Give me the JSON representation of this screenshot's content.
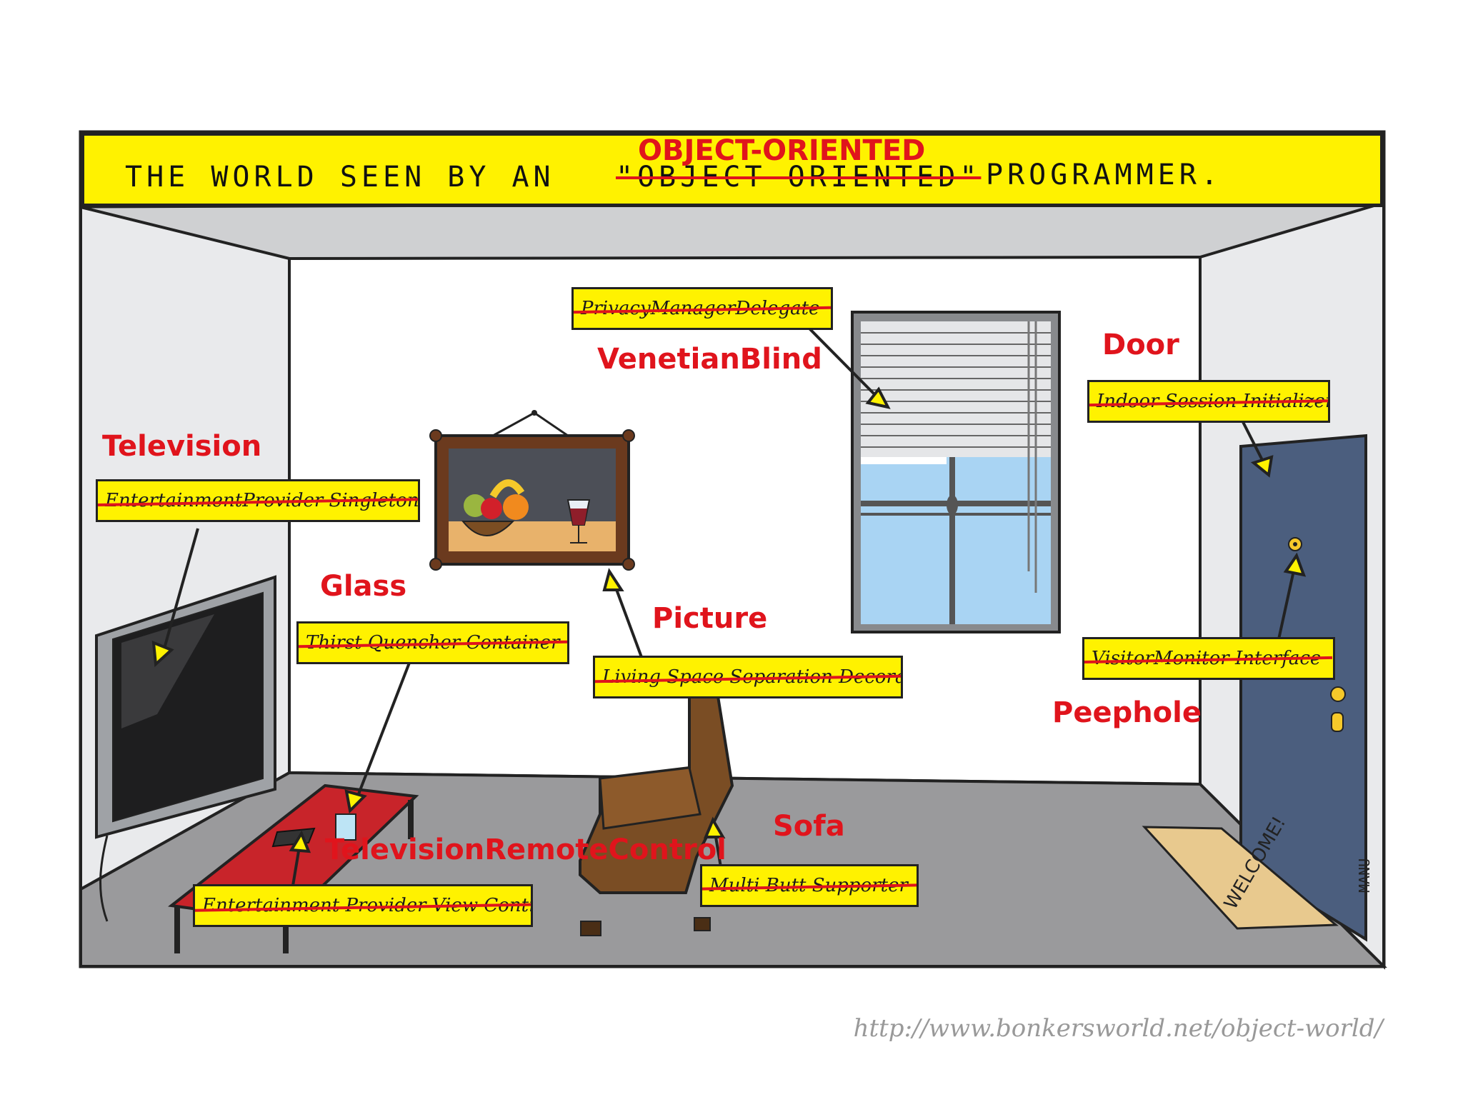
{
  "banner": {
    "prefix": "THE WORLD SEEN BY AN",
    "original_term": "\"OBJECT ORIENTED\"",
    "correction": "OBJECT-ORIENTED",
    "suffix": "PROGRAMMER."
  },
  "objects": [
    {
      "id": "television",
      "label": "Television",
      "tag": "EntertainmentProvider Singleton"
    },
    {
      "id": "glass",
      "label": "Glass",
      "tag": "Thirst Quencher Container"
    },
    {
      "id": "remote",
      "label": "TelevisionRemoteControl",
      "tag": "Entertainment Provider View Controller"
    },
    {
      "id": "picture",
      "label": "Picture",
      "tag": "Living Space Separation Decorator"
    },
    {
      "id": "blind",
      "label": "VenetianBlind",
      "tag": "PrivacyManagerDelegate"
    },
    {
      "id": "door",
      "label": "Door",
      "tag": "Indoor Session Initializer"
    },
    {
      "id": "peephole",
      "label": "Peephole",
      "tag": "VisitorMonitor Interface"
    },
    {
      "id": "sofa",
      "label": "Sofa",
      "tag": "Multi Butt Supporter"
    }
  ],
  "doormat_text": "WELCOME!",
  "signature": "MANU",
  "source_url": "http://www.bonkersworld.net/object-world/",
  "colors": {
    "banner": "#fff200",
    "label_red": "#e0141c",
    "wall_back": "#ffffff",
    "wall_side": "#e9eaec",
    "floor": "#9a9a9c",
    "ceiling": "#d6d7d9",
    "door": "#4b5e7e",
    "table": "#c8242a",
    "sofa": "#7a4d24"
  }
}
